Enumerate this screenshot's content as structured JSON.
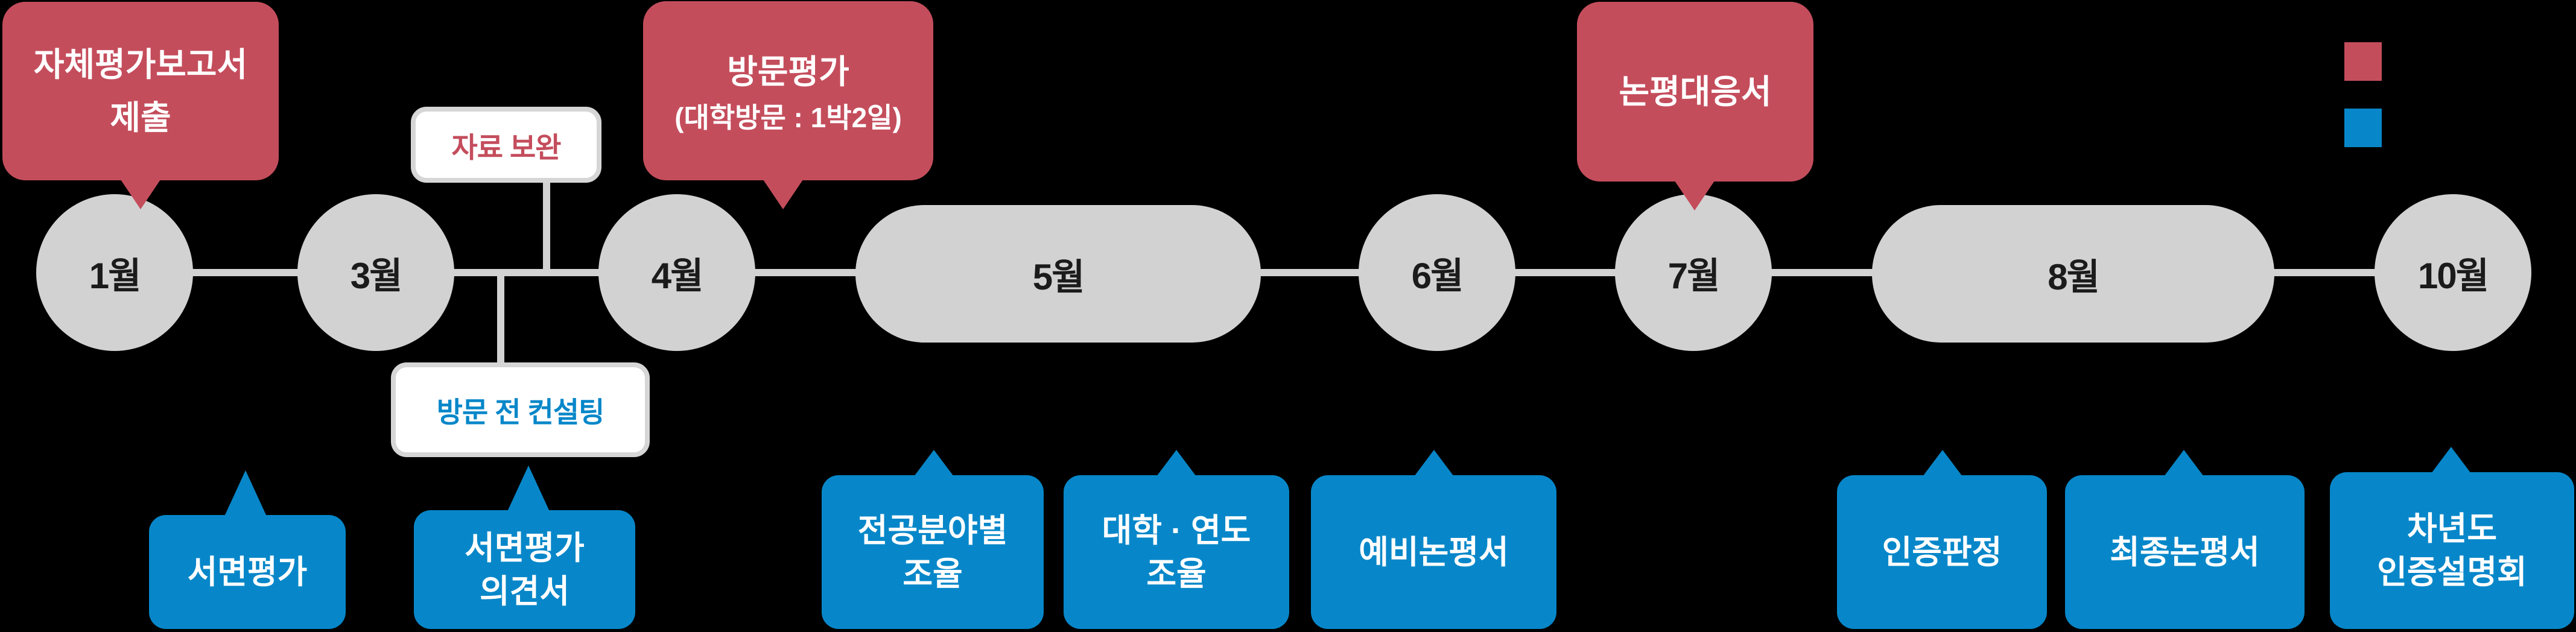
{
  "colors": {
    "red": "#c44d5c",
    "blue": "#0787c9",
    "gray": "#d2d2d2",
    "background": "#000000"
  },
  "legend": {
    "red_swatch_color": "#c44d5c",
    "blue_swatch_color": "#0787c9"
  },
  "timeline": {
    "months": [
      {
        "label": "1월"
      },
      {
        "label": "3월"
      },
      {
        "label": "4월"
      },
      {
        "label": "5월"
      },
      {
        "label": "6월"
      },
      {
        "label": "7월"
      },
      {
        "label": "8월"
      },
      {
        "label": "10월"
      }
    ]
  },
  "top_callouts": [
    {
      "lines": [
        "자체평가보고서",
        "제출"
      ]
    },
    {
      "lines": [
        "방문평가",
        "(대학방문 : 1박2일)"
      ]
    },
    {
      "lines": [
        "논평대응서"
      ]
    }
  ],
  "mid_notes": [
    {
      "label": "자료 보완"
    },
    {
      "label": "방문 전 컨설팅"
    }
  ],
  "bottom_callouts": [
    {
      "lines": [
        "서면평가"
      ]
    },
    {
      "lines": [
        "서면평가",
        "의견서"
      ]
    },
    {
      "lines": [
        "전공분야별",
        "조율"
      ]
    },
    {
      "lines": [
        "대학 · 연도",
        "조율"
      ]
    },
    {
      "lines": [
        "예비논평서"
      ]
    },
    {
      "lines": [
        "인증판정"
      ]
    },
    {
      "lines": [
        "최종논평서"
      ]
    },
    {
      "lines": [
        "차년도",
        "인증설명회"
      ]
    }
  ]
}
